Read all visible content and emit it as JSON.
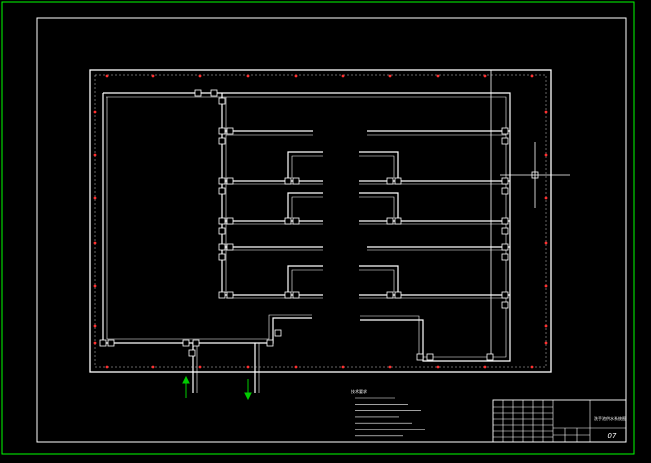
{
  "drawing": {
    "title": "洗手池供水系统图",
    "number": "07",
    "notes_title": "技术要求",
    "notes_lines": 7,
    "colors": {
      "background": "#000000",
      "outer_frame": "#00ff00",
      "lines": "#ffffff",
      "markers": "#ff2020",
      "arrows": "#00cc00"
    }
  }
}
